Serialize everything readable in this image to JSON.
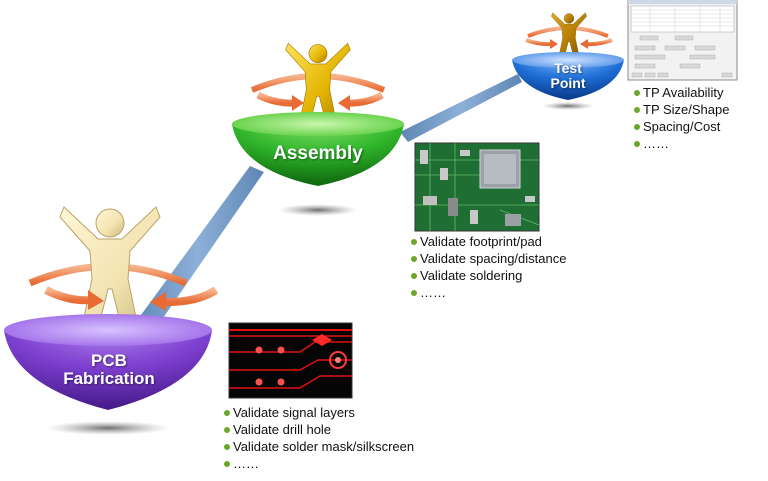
{
  "stages": {
    "pcb": {
      "line1": "PCB",
      "line2": "Fabrication"
    },
    "assembly": {
      "label": "Assembly"
    },
    "testpoint": {
      "line1": "Test",
      "line2": "Point"
    }
  },
  "bullets": {
    "pcb": [
      "Validate signal layers",
      "Validate drill hole",
      "Validate solder mask/silkscreen",
      "……"
    ],
    "assembly": [
      "Validate footprint/pad",
      "Validate spacing/distance",
      "Validate soldering",
      "……"
    ],
    "testpoint": [
      "TP Availability",
      "TP Size/Shape",
      "Spacing/Cost",
      "……"
    ]
  },
  "colors": {
    "pcb_bowl": "#7d3fcf",
    "assembly_bowl": "#2fb52a",
    "testpoint_bowl": "#1f6fd6",
    "figure_light": "#f2e3b0",
    "figure_gold": "#e2b400",
    "figure_dark": "#b07a00",
    "arrow": "#ee7a45",
    "ramp": "#6e93be",
    "bullet_dot": "#6aa72a"
  },
  "icons": [
    "cheering-person-icon",
    "rotate-arrow-icon",
    "pcb-trace-image",
    "pcb-assembly-image",
    "dialog-screenshot-image"
  ]
}
